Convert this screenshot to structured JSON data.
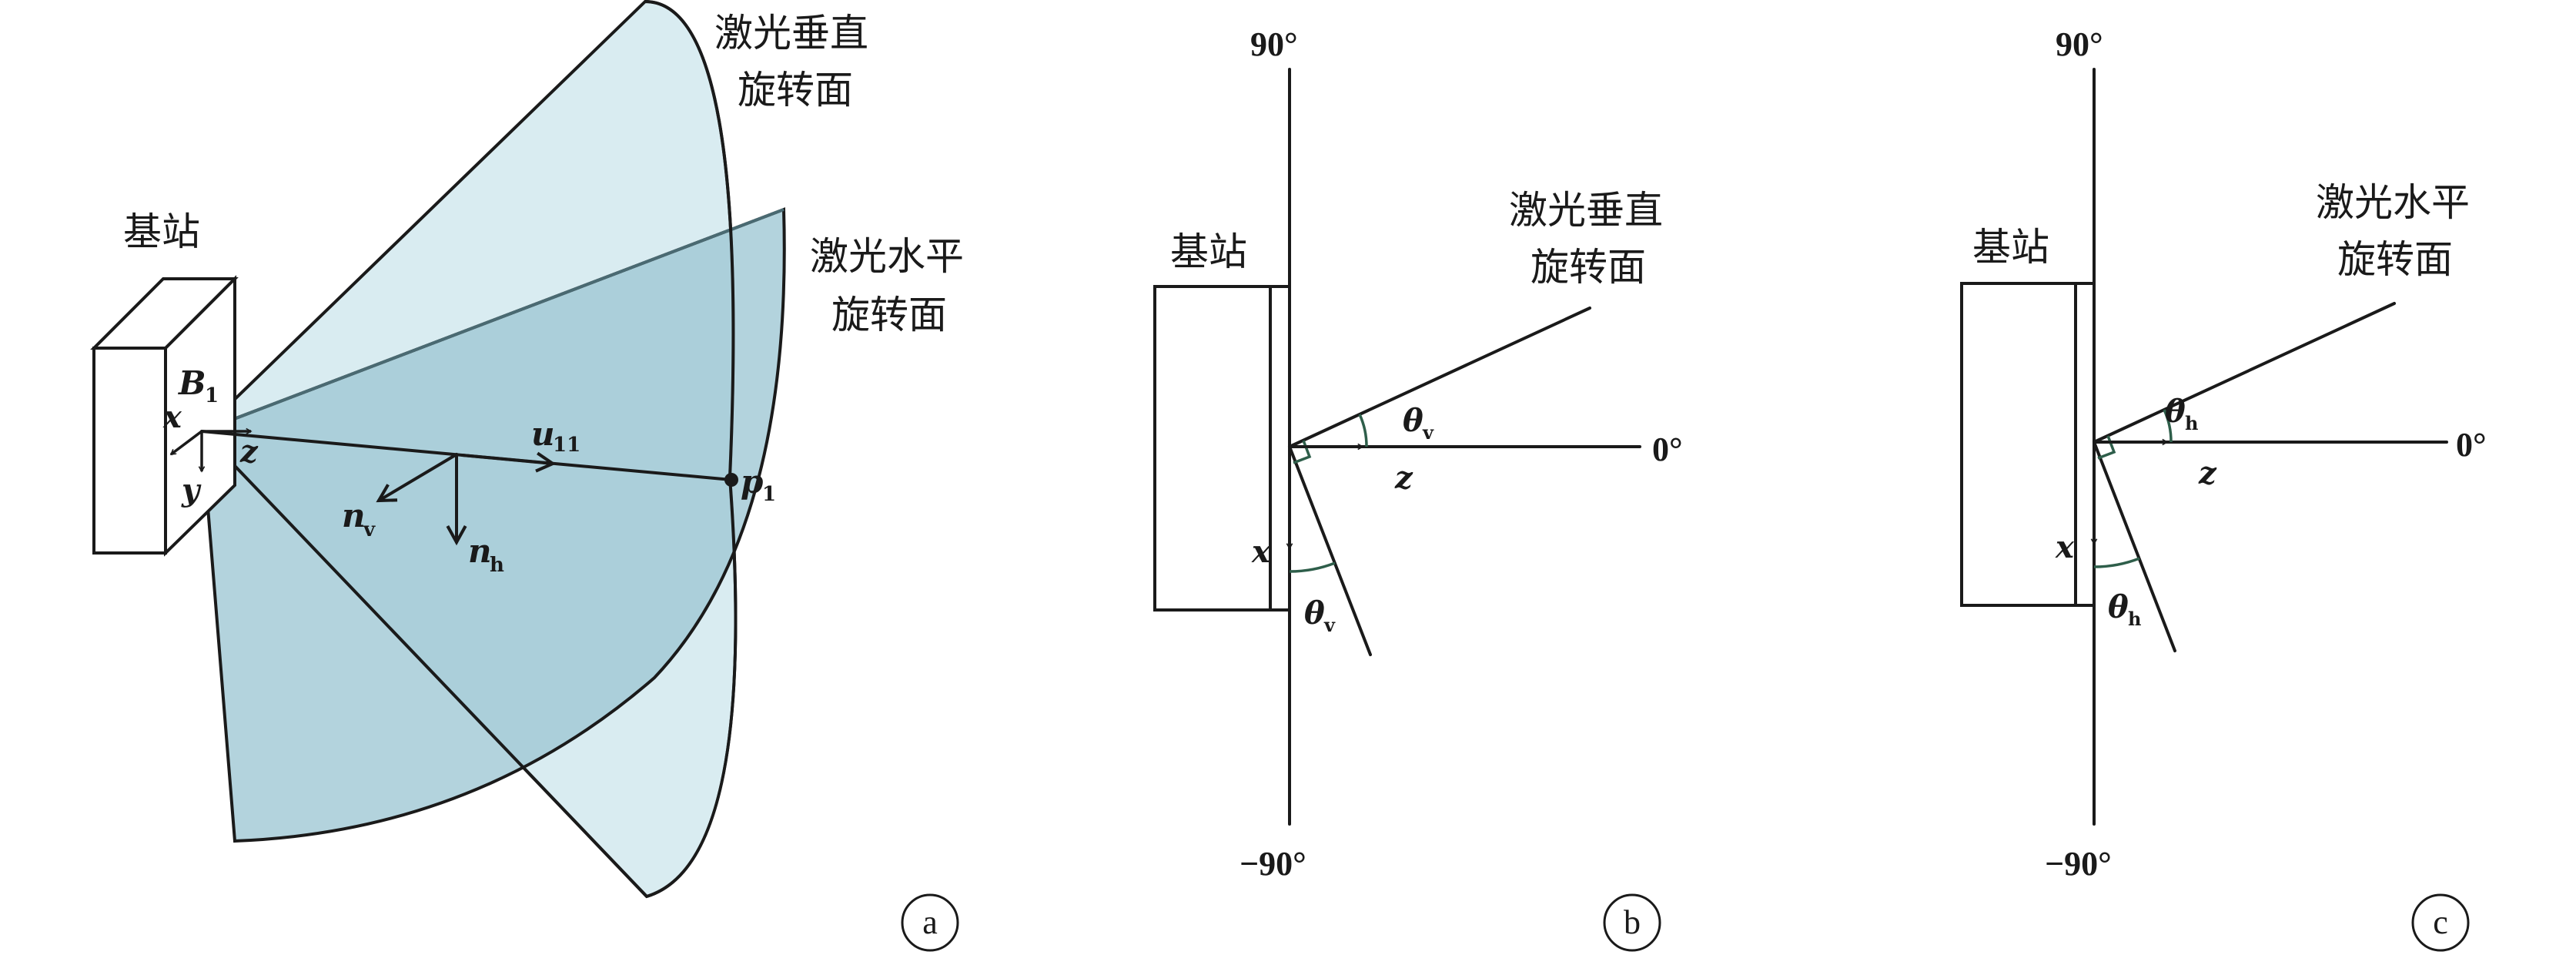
{
  "colors": {
    "vertical_plane": "#d2e9ee",
    "horizontal_plane": "#9ec7d3",
    "ink": "#1a1a1a",
    "angle_mark": "#2e5e4a"
  },
  "panel_a": {
    "badge": "a",
    "base_station": "基站",
    "vertical_plane_label": [
      "激光垂直",
      "旋转面"
    ],
    "horizontal_plane_label": [
      "激光水平",
      "旋转面"
    ],
    "point_b": {
      "main": "B",
      "sub": "1"
    },
    "axis_x": "x",
    "axis_y": "y",
    "axis_z": "z",
    "vector_u": {
      "main": "u",
      "sub": "11"
    },
    "vector_nv": {
      "main": "n",
      "sub": "v"
    },
    "vector_nh": {
      "main": "n",
      "sub": "h"
    },
    "point_p": {
      "main": "p",
      "sub": "1"
    }
  },
  "panel_b": {
    "badge": "b",
    "top_angle": "90°",
    "bottom_angle": "−90°",
    "zero_angle": "0°",
    "base_station": "基站",
    "plane_label": [
      "激光垂直",
      "旋转面"
    ],
    "axis_z": "z",
    "axis_x": "x",
    "theta": {
      "main": "θ",
      "sub": "v"
    }
  },
  "panel_c": {
    "badge": "c",
    "top_angle": "90°",
    "bottom_angle": "−90°",
    "zero_angle": "0°",
    "base_station": "基站",
    "plane_label": [
      "激光水平",
      "旋转面"
    ],
    "axis_z": "z",
    "axis_x": "x",
    "theta": {
      "main": "θ",
      "sub": "h"
    }
  }
}
